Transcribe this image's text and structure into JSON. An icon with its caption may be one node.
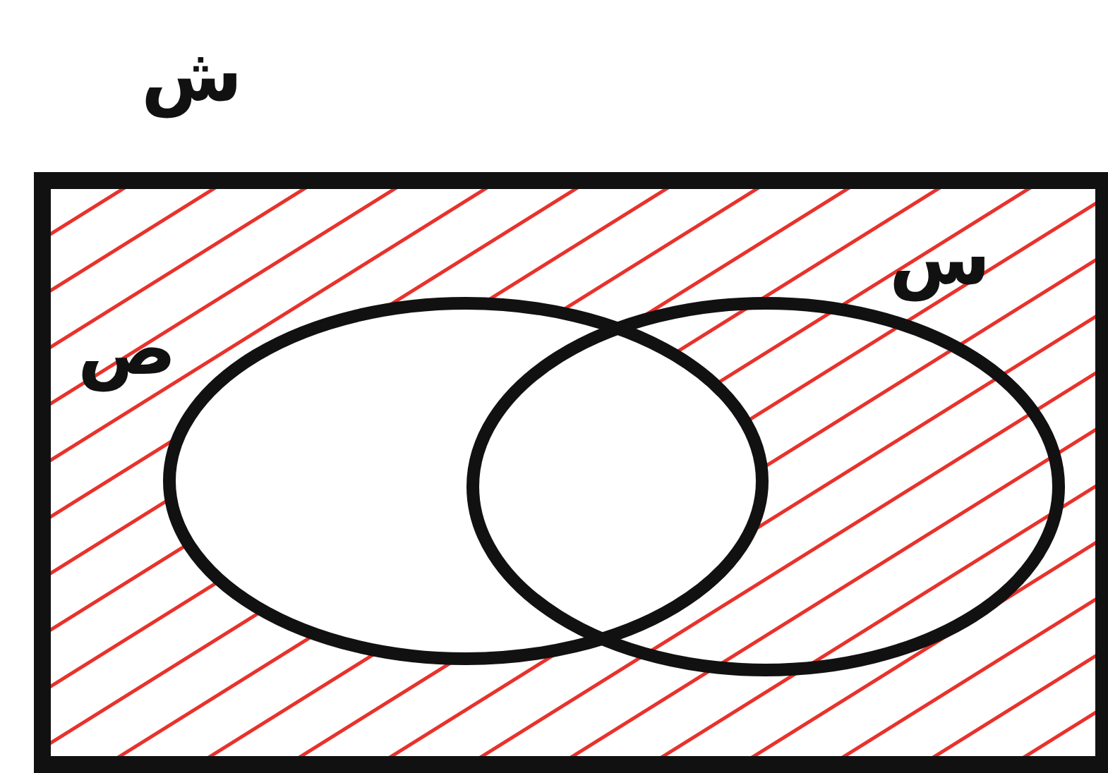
{
  "diagram": {
    "nodes": [
      {
        "text": [
          "ش"
        ]
      },
      {
        "text": [
          "ص"
        ],
        "in": 0
      },
      {
        "text": [
          "س"
        ],
        "in": 0
      }
    ]
  }
}
